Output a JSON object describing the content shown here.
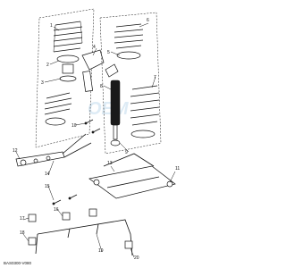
{
  "diagram": {
    "watermark_text": "OEM",
    "diagram_code": "BAS0300-V080",
    "callouts": [
      "1",
      "2",
      "3",
      "4",
      "5",
      "6",
      "7",
      "8",
      "9",
      "10",
      "11",
      "12",
      "13",
      "14",
      "15",
      "16",
      "17",
      "18",
      "19",
      "20"
    ],
    "line_color": "#111111",
    "background": "#ffffff"
  }
}
